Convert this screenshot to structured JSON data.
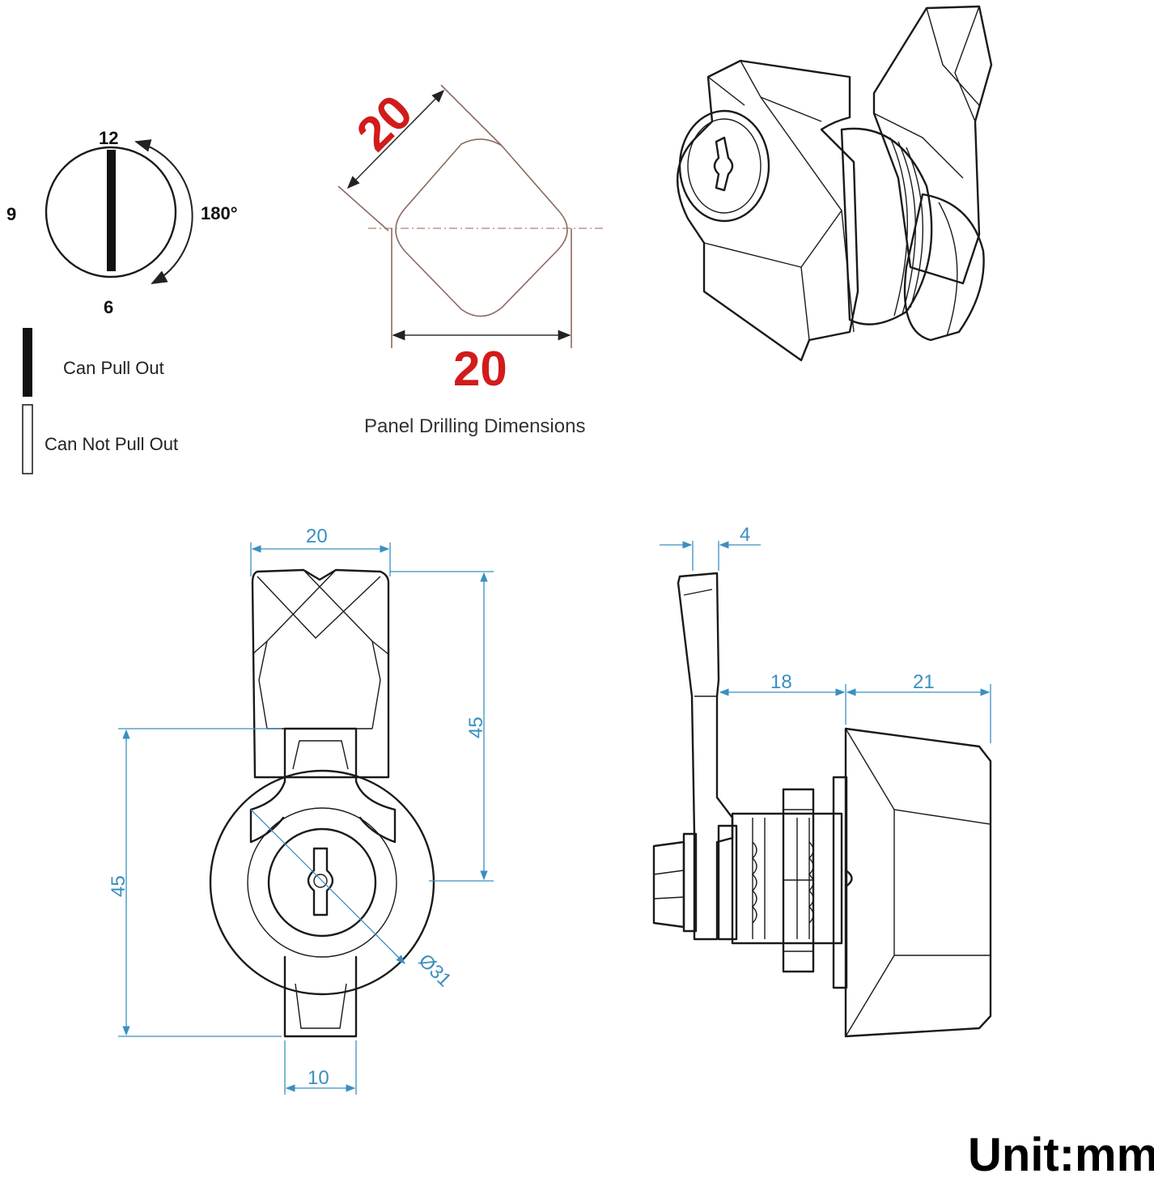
{
  "dial": {
    "pos_12": "12",
    "pos_9": "9",
    "pos_6": "6",
    "rotation": "180°"
  },
  "legend": {
    "can_pull_out": "Can Pull Out",
    "can_not_pull_out": "Can Not Pull Out"
  },
  "drilling": {
    "diag_dim": "20",
    "width_dim": "20",
    "caption": "Panel Drilling Dimensions",
    "dim_color": "#d21b1b"
  },
  "front_view": {
    "handle_width": "20",
    "overall_height": "45",
    "body_height": "45",
    "diameter": "Ø31",
    "body_width": "10"
  },
  "side_view": {
    "handle_thickness": "4",
    "handle_reach": "18",
    "body_depth": "21"
  },
  "unit_label": "Unit:mm",
  "colors": {
    "dimension_line": "#3a8fc0",
    "outline": "#1a1a1a",
    "drill_outline": "#8b6b5e"
  }
}
